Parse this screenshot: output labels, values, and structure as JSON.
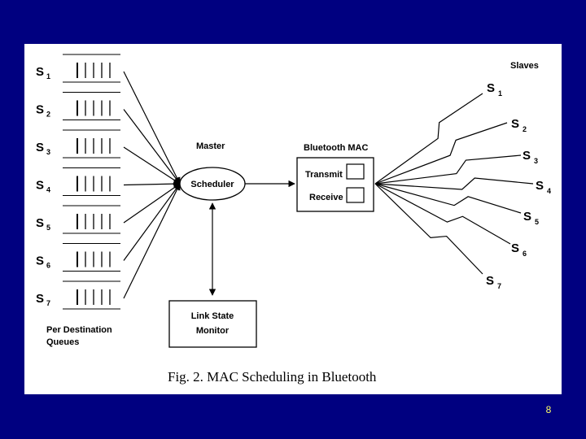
{
  "slide_number": "8",
  "figure": {
    "caption": "Fig. 2.   MAC Scheduling in Bluetooth",
    "queues_label_line1": "Per Destination",
    "queues_label_line2": "Queues",
    "master_label": "Master",
    "scheduler_label": "Scheduler",
    "mac_title": "Bluetooth MAC",
    "transmit_label": "Transmit",
    "receive_label": "Receive",
    "monitor_line1": "Link State",
    "monitor_line2": "Monitor",
    "slaves_label": "Slaves",
    "queues": [
      {
        "letter": "S",
        "index": "1"
      },
      {
        "letter": "S",
        "index": "2"
      },
      {
        "letter": "S",
        "index": "3"
      },
      {
        "letter": "S",
        "index": "4"
      },
      {
        "letter": "S",
        "index": "5"
      },
      {
        "letter": "S",
        "index": "6"
      },
      {
        "letter": "S",
        "index": "7"
      }
    ],
    "slaves": [
      {
        "letter": "S",
        "index": "1"
      },
      {
        "letter": "S",
        "index": "2"
      },
      {
        "letter": "S",
        "index": "3"
      },
      {
        "letter": "S",
        "index": "4"
      },
      {
        "letter": "S",
        "index": "5"
      },
      {
        "letter": "S",
        "index": "6"
      },
      {
        "letter": "S",
        "index": "7"
      }
    ]
  }
}
